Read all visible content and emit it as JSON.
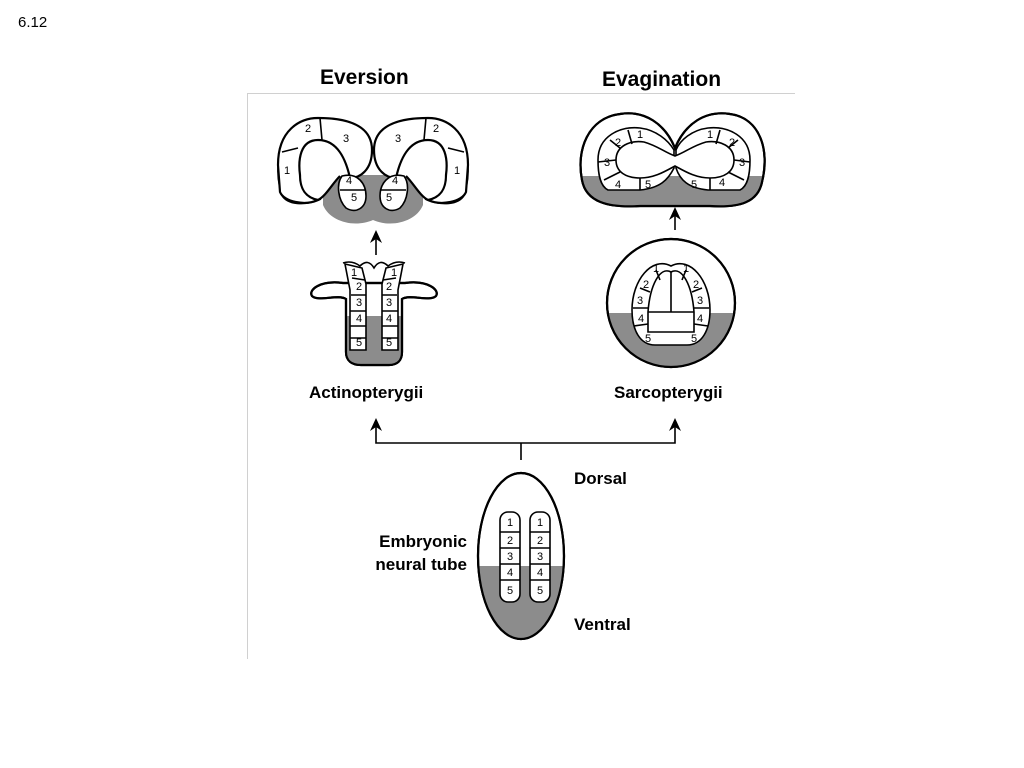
{
  "slide_number": "6.12",
  "titles": {
    "left": "Eversion",
    "right": "Evagination"
  },
  "captions": {
    "actinopterygii": "Actinopterygii",
    "sarcopterygii": "Sarcopterygii",
    "dorsal": "Dorsal",
    "ventral": "Ventral",
    "embryonic_line1": "Embryonic",
    "embryonic_line2": "neural tube"
  },
  "cell_numbers": [
    "1",
    "2",
    "3",
    "4",
    "5"
  ],
  "colors": {
    "ventral_shade": "#8c8c8c",
    "outline": "#000000"
  }
}
